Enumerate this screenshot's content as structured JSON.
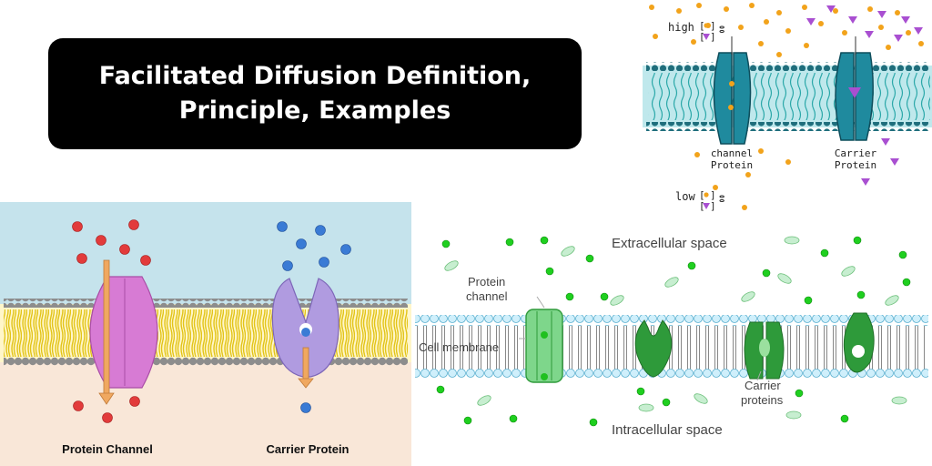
{
  "title": {
    "line1": "Facilitated Diffusion Definition,",
    "line2": "Principle, Examples"
  },
  "left_panel": {
    "label_channel": "Protein Channel",
    "label_carrier": "Carrier Protein"
  },
  "top_right": {
    "high_label": "high",
    "low_label": "low",
    "channel_label_1": "channel",
    "channel_label_2": "Protein",
    "carrier_label_1": "Carrier",
    "carrier_label_2": "Protein"
  },
  "bottom_right": {
    "extracellular": "Extracellular space",
    "intracellular": "Intracellular space",
    "protein_channel_1": "Protein",
    "protein_channel_2": "channel",
    "cell_membrane": "Cell membrane",
    "carrier_proteins_1": "Carrier",
    "carrier_proteins_2": "proteins"
  },
  "colors": {
    "red_molecule": "#e23b3b",
    "blue_molecule": "#3a7bd5",
    "channel_protein": "#d979d6",
    "carrier_protein": "#a98fd8",
    "teal_protein": "#1f8a9e",
    "green_protein": "#2e9a3a",
    "orange_dot": "#f2a31b",
    "purple_triangle": "#a94fd1"
  }
}
